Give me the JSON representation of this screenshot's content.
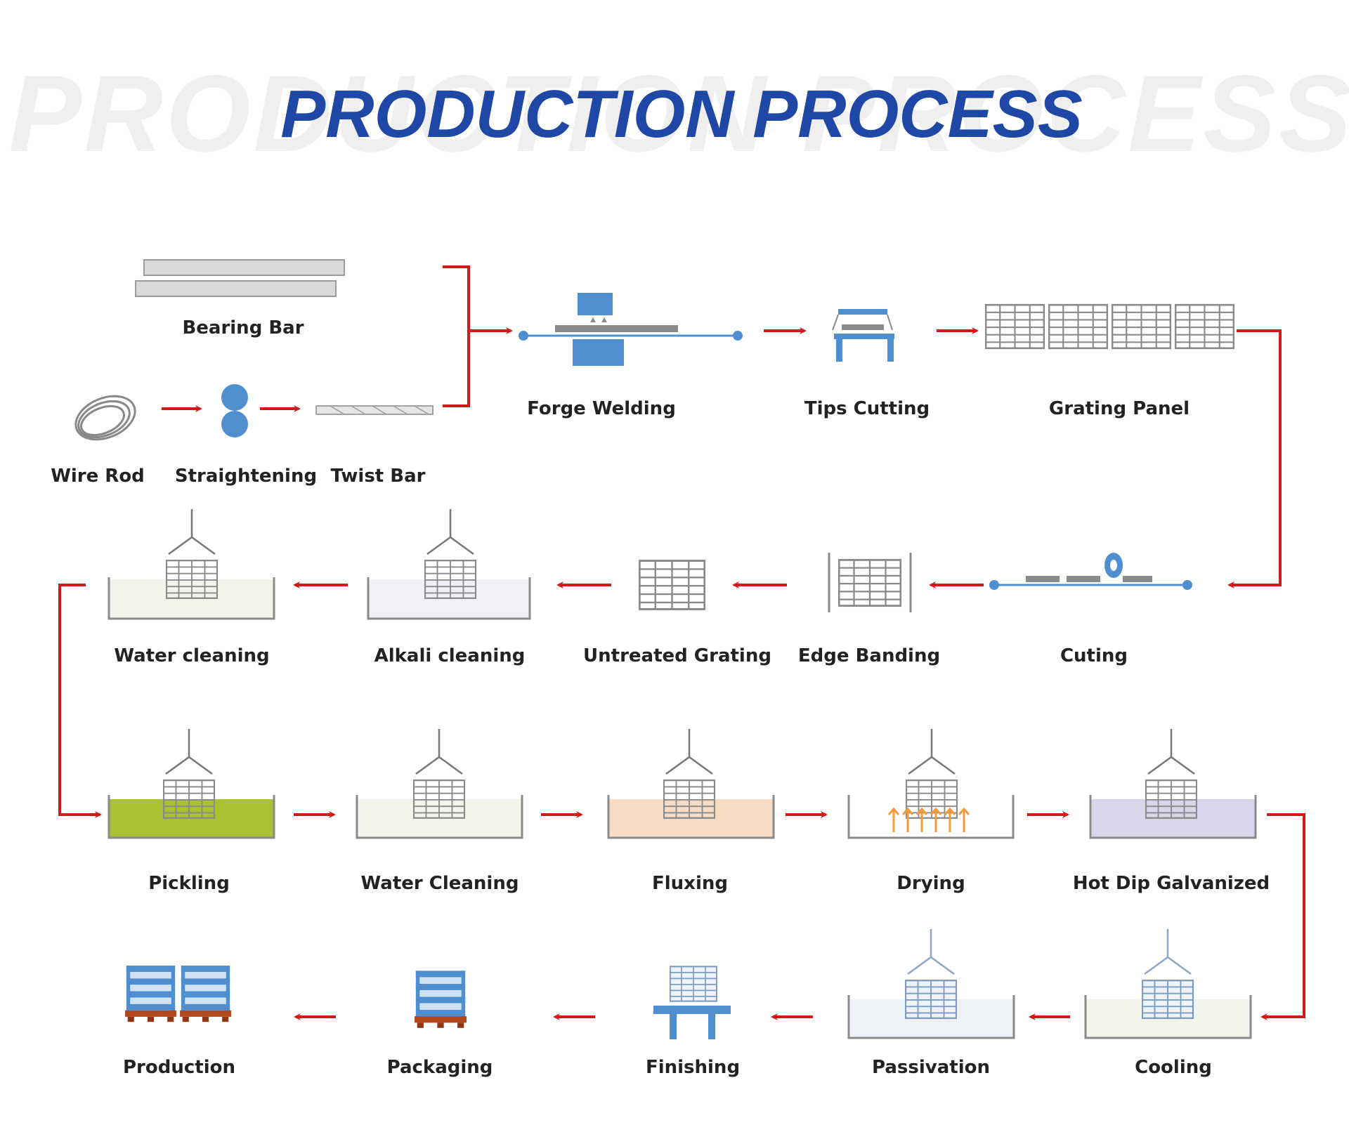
{
  "background_title": "PRODUCTION PROCESS",
  "title": "PRODUCTION PROCESS",
  "colors": {
    "title": "#1f47a6",
    "arrow": "#d11a1a",
    "blue_part": "#4f8fd0",
    "pickling_liquid": "#a9c233",
    "fluxing_liquid": "#f6dcc4",
    "galvanizing_liquid": "#d8d6ea",
    "pallet": "#b3481c"
  },
  "steps": {
    "bearing_bar": "Bearing Bar",
    "wire_rod": "Wire Rod",
    "straightening": "Straightening",
    "twist_bar": "Twist Bar",
    "forge_welding": "Forge Welding",
    "tips_cutting": "Tips Cutting",
    "grating_panel": "Grating Panel",
    "cutting": "Cuting",
    "edge_banding": "Edge Banding",
    "untreated_grating": "Untreated Grating",
    "alkali_cleaning": "Alkali cleaning",
    "water_cleaning_1": "Water cleaning",
    "pickling": "Pickling",
    "water_cleaning_2": "Water Cleaning",
    "fluxing": "Fluxing",
    "drying": "Drying",
    "hot_dip_galvanized": "Hot Dip Galvanized",
    "cooling": "Cooling",
    "passivation": "Passivation",
    "finishing": "Finishing",
    "packaging": "Packaging",
    "production": "Production"
  },
  "icons": {
    "bearing_bar": "steel-bars-icon",
    "wire_rod": "wire-coil-icon",
    "straightening": "roller-pair-icon",
    "twist_bar": "twisted-bar-icon",
    "forge_welding": "welding-press-icon",
    "tips_cutting": "cutting-table-icon",
    "grating_panel": "grating-panels-icon",
    "cutting": "saw-cutting-icon",
    "edge_banding": "edge-banded-grating-icon",
    "untreated_grating": "grating-icon",
    "tank": "dipping-tank-icon",
    "drying": "heat-arrows-icon",
    "finishing": "grating-on-stand-icon",
    "packaging": "pallet-stack-icon",
    "production": "double-pallet-stack-icon"
  }
}
